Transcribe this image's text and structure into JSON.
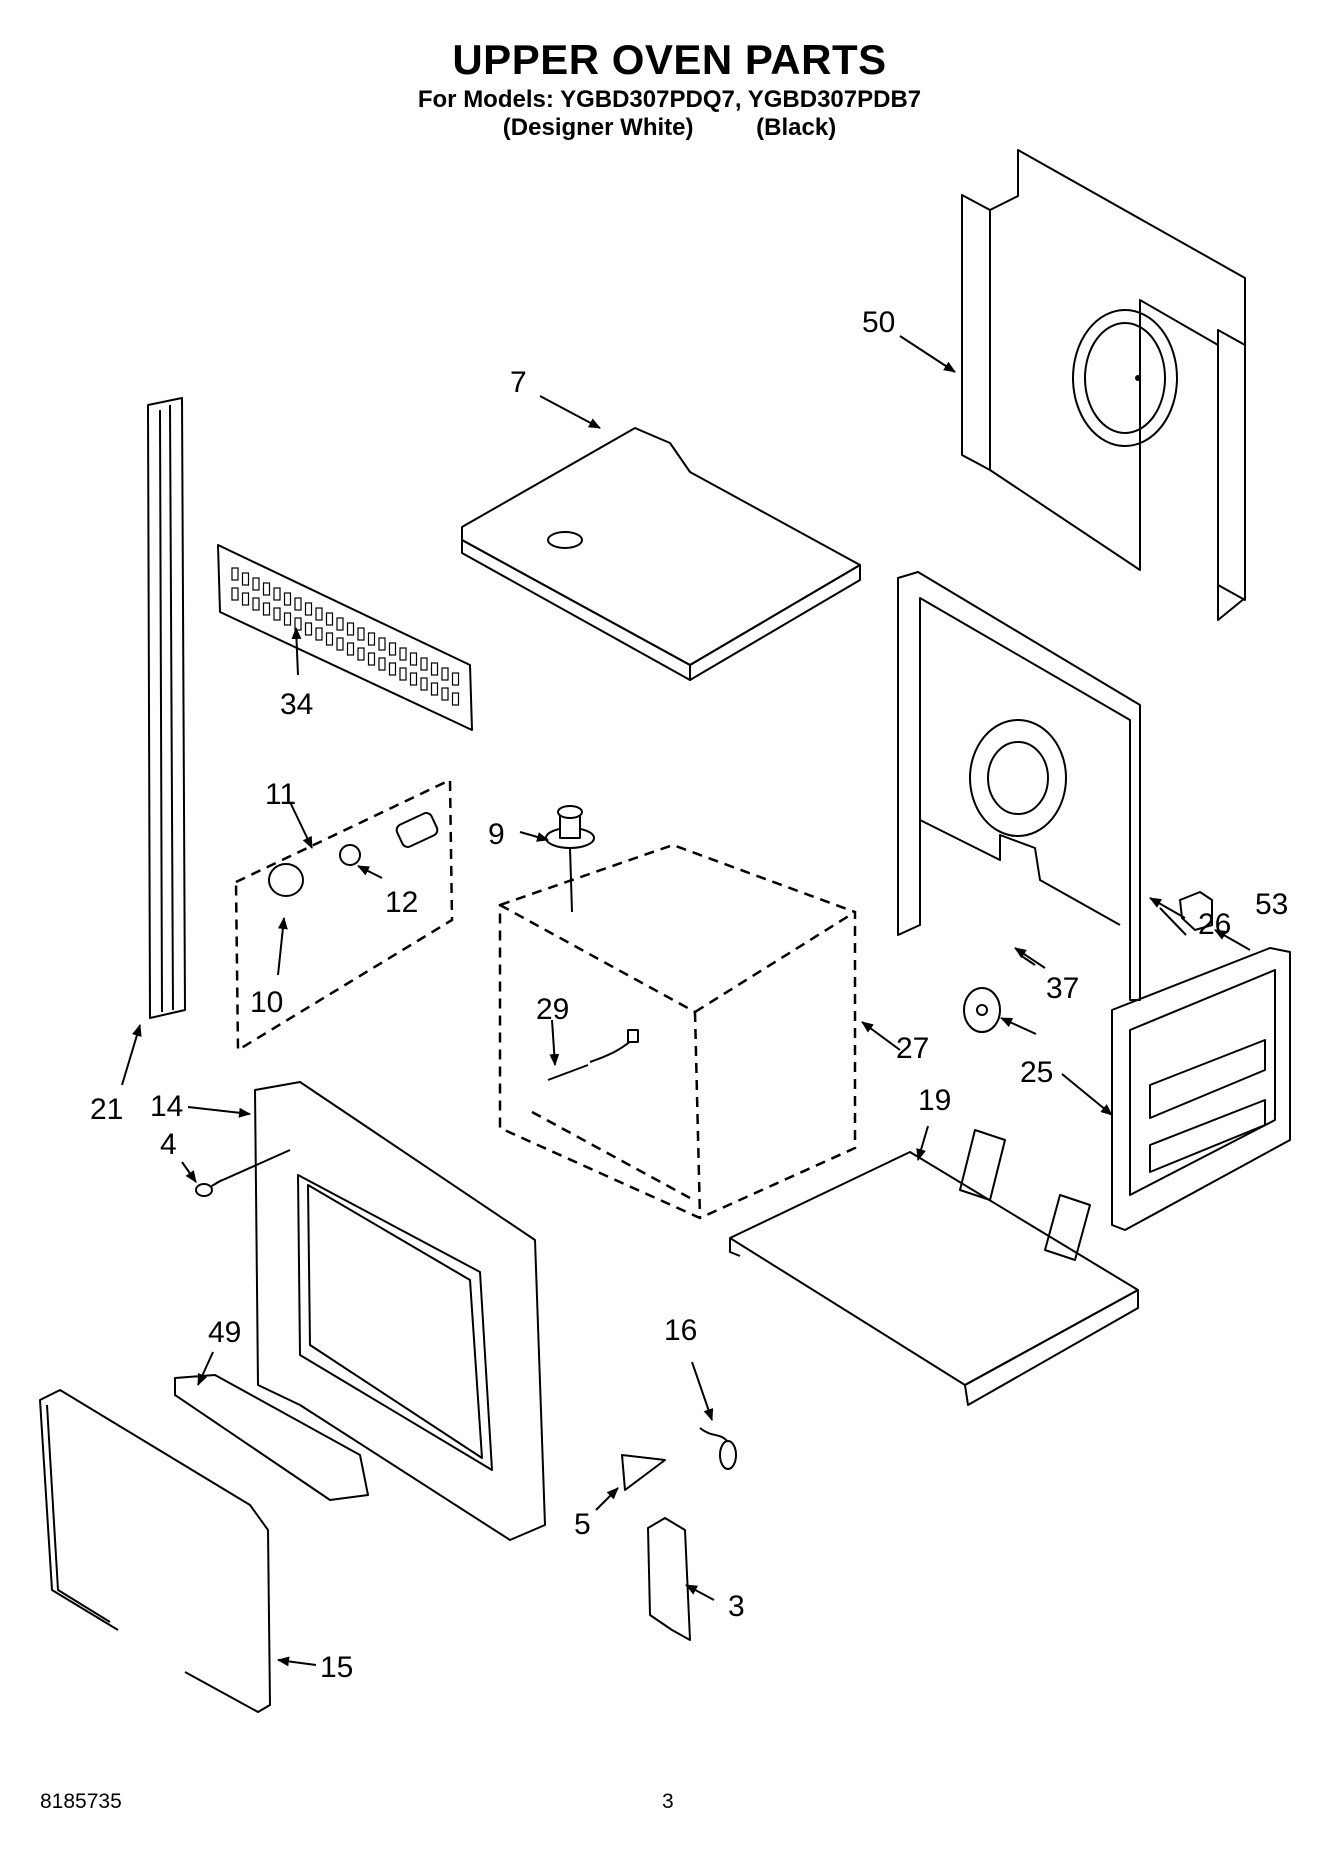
{
  "header": {
    "title": "UPPER OVEN PARTS",
    "models_line": "For Models: YGBD307PDQ7, YGBD307PDB7",
    "variant_1": "(Designer White)",
    "variant_2": "(Black)"
  },
  "callouts": {
    "c50": "50",
    "c7": "7",
    "c34": "34",
    "c11": "11",
    "c9": "9",
    "c12": "12",
    "c10": "10",
    "c21": "21",
    "c14": "14",
    "c4": "4",
    "c29": "29",
    "c27": "27",
    "c19": "19",
    "c25": "25",
    "c26": "26",
    "c53": "53",
    "c37": "37",
    "c49": "49",
    "c16": "16",
    "c5": "5",
    "c3": "3",
    "c15": "15"
  },
  "footer": {
    "doc_number": "8185735",
    "page_number": "3"
  }
}
